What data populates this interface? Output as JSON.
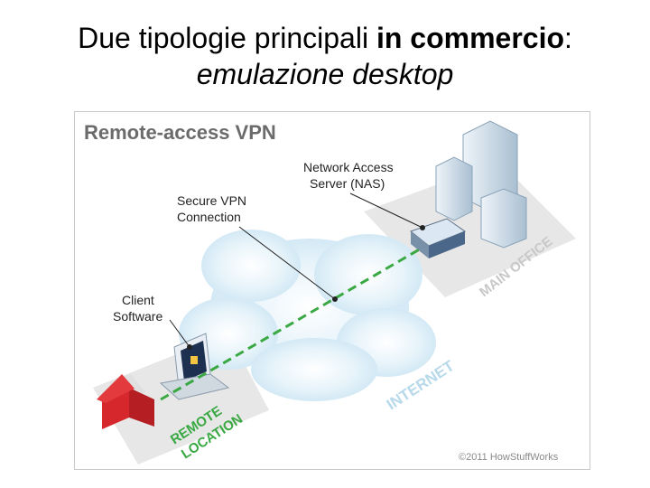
{
  "title": {
    "line1_plain": "Due tipologie principali ",
    "line1_bold": "in commercio",
    "line1_end": ":",
    "line2": "emulazione desktop"
  },
  "diagram": {
    "heading": "Remote-access VPN",
    "nas_label_line1": "Network Access",
    "nas_label_line2": "Server (NAS)",
    "secure_label_line1": "Secure VPN",
    "secure_label_line2": "Connection",
    "client_label_line1": "Client",
    "client_label_line2": "Software",
    "main_office": "MAIN OFFICE",
    "internet": "INTERNET",
    "remote_line1": "REMOTE",
    "remote_line2": "LOCATION",
    "copyright": "©2011 HowStuffWorks",
    "colors": {
      "heading": "#6b6b6b",
      "green": "#3aa843",
      "label_gray": "#c8c8c8",
      "internet_blue": "#b7d9ea",
      "house_red": "#d6282c",
      "cloud": "#dbeef8"
    }
  }
}
